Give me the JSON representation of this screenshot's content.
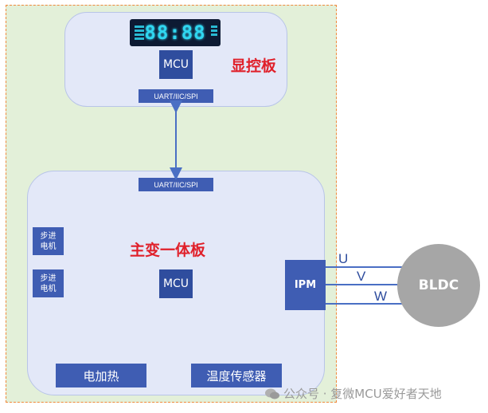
{
  "display_board": {
    "label": "显控板",
    "lcd_digits": "88:88",
    "mcu": "MCU",
    "bus": "UART/IIC/SPI"
  },
  "main_board": {
    "label": "主变一体板",
    "bus": "UART/IIC/SPI",
    "mcu": "MCU",
    "stepper_1": "步进\n电机",
    "stepper_2": "步进\n电机",
    "heater": "电加热",
    "temp_sensor": "温度传感器",
    "ipm": "IPM"
  },
  "motor": {
    "label": "BLDC",
    "phases": [
      "U",
      "V",
      "W"
    ]
  },
  "watermark": {
    "icon": "wechat-icon",
    "text": "公众号 · 复微MCU爱好者天地"
  },
  "colors": {
    "block": "#3f5db3",
    "line": "#4a6fc4",
    "board_label": "#e0202a",
    "outer_border": "#f0883a",
    "outer_fill": "#e3f0d9"
  }
}
